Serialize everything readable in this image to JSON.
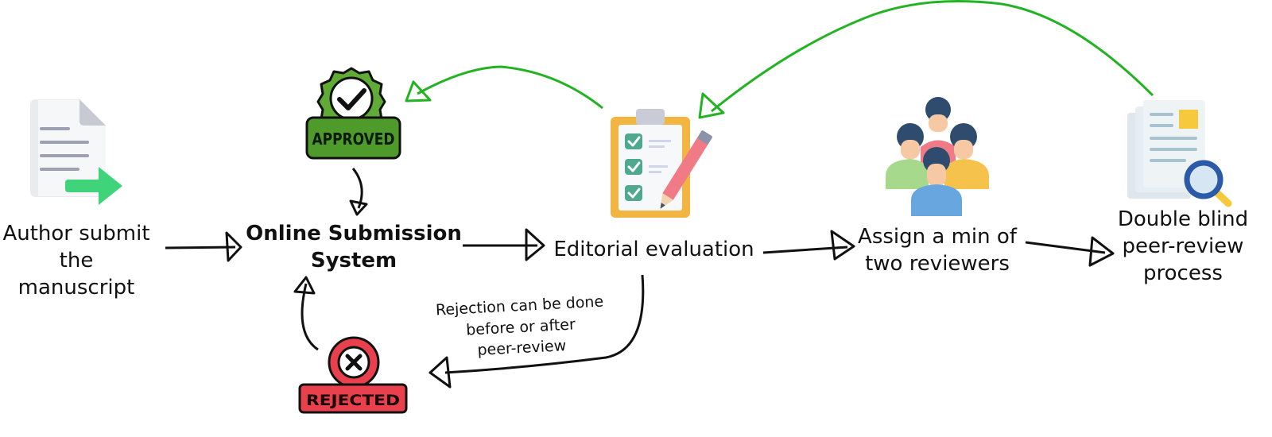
{
  "nodes": {
    "author": {
      "line1": "Author submit",
      "line2": "the manuscript"
    },
    "online": {
      "line1": "Online Submission",
      "line2": "System"
    },
    "editorial": {
      "line1": "Editorial evaluation"
    },
    "assign": {
      "line1": "Assign a min of",
      "line2": "two reviewers"
    },
    "review": {
      "line1": "Double blind",
      "line2": "peer-review",
      "line3": "process"
    }
  },
  "badges": {
    "approved": "APPROVED",
    "rejected": "REJECTED"
  },
  "note": {
    "line1": "Rejection can be done",
    "line2": "before or after",
    "line3": "peer-review"
  },
  "colors": {
    "feedback_arrow": "#22b322",
    "flow_arrow": "#111111",
    "approved_green": "#4e9a2a",
    "rejected_red": "#e8404c",
    "arrow_green": "#3fd47a"
  },
  "icons": [
    "document-send-icon",
    "approved-badge-icon",
    "checklist-pencil-icon",
    "team-reviewers-icon",
    "document-search-icon",
    "rejected-badge-icon"
  ]
}
